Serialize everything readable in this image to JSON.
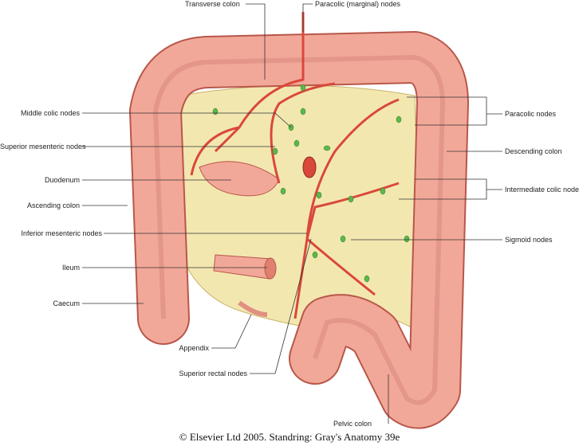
{
  "labels": {
    "transverse_colon": "Transverse colon",
    "paracolic_marginal_nodes": "Paracolic (marginal) nodes",
    "middle_colic_nodes": "Middle colic nodes",
    "superior_mesenteric_nodes": "Superior mesenteric nodes",
    "duodenum": "Duodenum",
    "ascending_colon": "Ascending colon",
    "inferior_mesenteric_nodes": "Inferior mesenteric nodes",
    "ileum": "Ileum",
    "caecum": "Caecum",
    "appendix": "Appendix",
    "superior_rectal_nodes": "Superior rectal nodes",
    "paracolic_nodes": "Paracolic nodes",
    "descending_colon": "Descending colon",
    "intermediate_colic_nodes": "Intermediate colic nodes",
    "sigmoid_nodes": "Sigmoid nodes",
    "pelvic_colon": "Pelvic colon"
  },
  "caption": "© Elsevier Ltd 2005. Standring: Gray's Anatomy 39e",
  "colors": {
    "colon": "#f2a898",
    "colon_edge": "#b8574a",
    "mesentery": "#f3e7b0",
    "vessel": "#d9483a",
    "node": "#5cb84a",
    "lymph": "#7fcf63"
  }
}
